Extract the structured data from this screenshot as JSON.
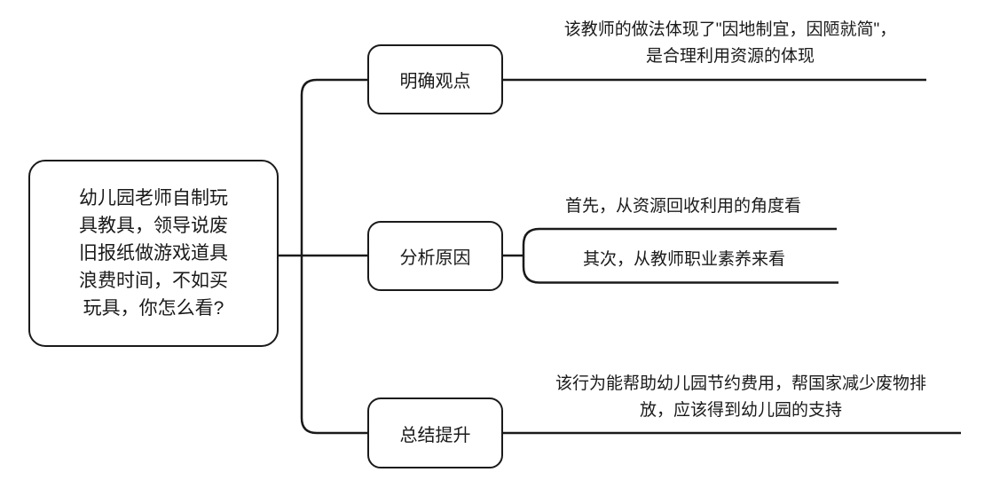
{
  "diagram": {
    "type": "mindmap-tree",
    "root": {
      "text": "幼儿园老师自制玩\n具教具，领导说废\n旧报纸做游戏道具\n浪费时间，不如买\n玩具，你怎么看?"
    },
    "branches": [
      {
        "label": "明确观点",
        "children": [
          {
            "text": "该教师的做法体现了\"因地制宜，因陋就简\"，\n是合理利用资源的体现"
          }
        ]
      },
      {
        "label": "分析原因",
        "children": [
          {
            "text": "首先，从资源回收利用的角度看"
          },
          {
            "text": "其次，从教师职业素养来看"
          }
        ]
      },
      {
        "label": "总结提升",
        "children": [
          {
            "text": "该行为能帮助幼儿园节约费用，帮国家减少废物排\n放，应该得到幼儿园的支持"
          }
        ]
      }
    ],
    "colors": {
      "line": "#1a1a1a",
      "text": "#1a1a1a",
      "background": "#ffffff"
    }
  }
}
